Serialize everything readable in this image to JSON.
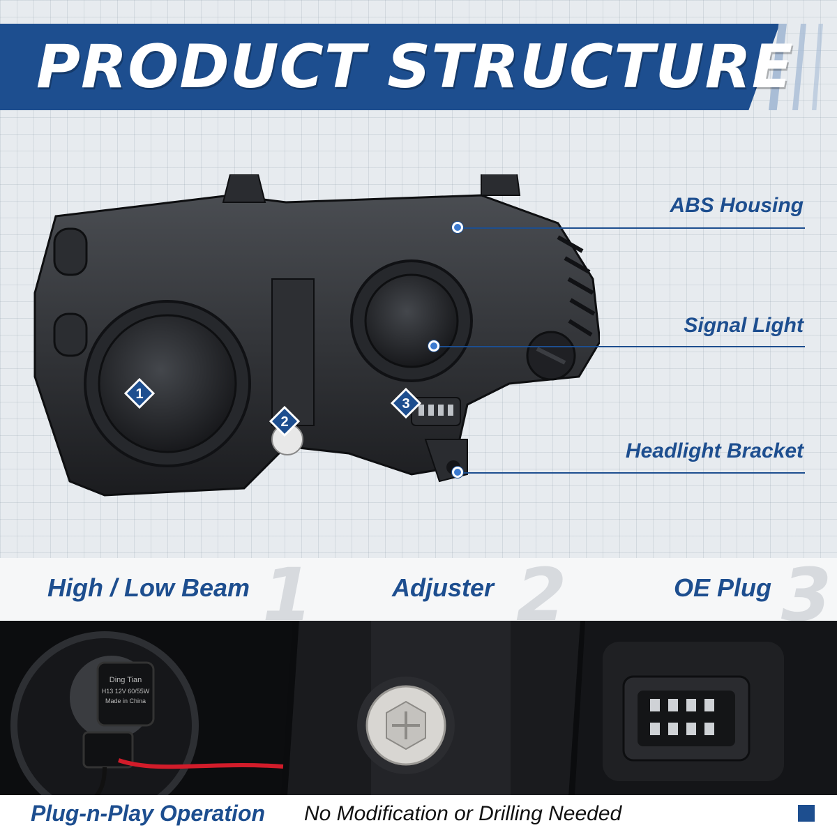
{
  "header": {
    "title": "PRODUCT STRUCTURE"
  },
  "callouts": [
    {
      "label": "ABS Housing"
    },
    {
      "label": "Signal Light"
    },
    {
      "label": "Headlight Bracket"
    }
  ],
  "markers": [
    "1",
    "2",
    "3"
  ],
  "features": [
    {
      "label": "High / Low Beam",
      "number": "1"
    },
    {
      "label": "Adjuster",
      "number": "2"
    },
    {
      "label": "OE Plug",
      "number": "3"
    }
  ],
  "photos": {
    "bulb_text": [
      "Ding Tian",
      "H13 12V 60/55W",
      "Made in China"
    ]
  },
  "footer": {
    "highlight": "Plug-n-Play Operation",
    "text": "No Modification or Drilling Needed"
  },
  "colors": {
    "brand": "#1d4e8f",
    "background": "#e7ebef",
    "accent": "#3b7ad0"
  }
}
